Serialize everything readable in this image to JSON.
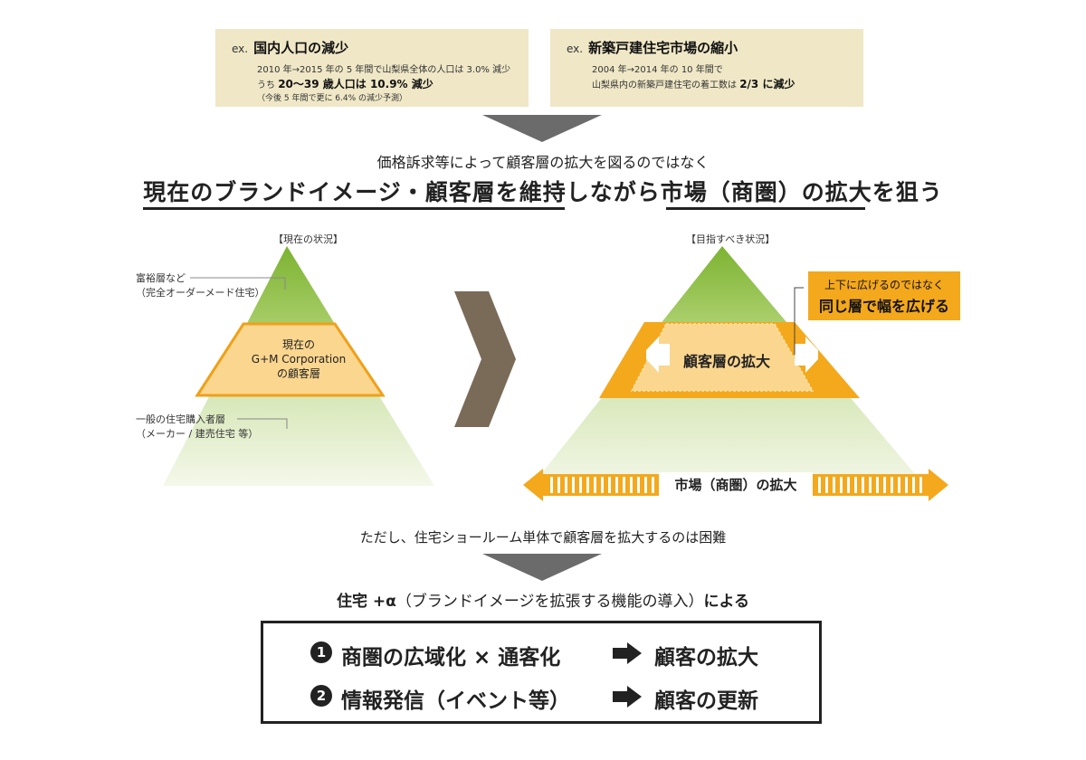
{
  "box1": {
    "ex": "ex.",
    "title": "国内人口の減少",
    "line1": "2010 年→2015 年の 5 年間で山梨県全体の人口は 3.0% 減少",
    "line2_pre": "うち",
    "line2_bold": "20〜39 歳人口は 10.9% 減少",
    "line3": "（今後 5 年間で更に 6.4% の減少予測）"
  },
  "box2": {
    "ex": "ex.",
    "title": "新築戸建住宅市場の縮小",
    "line1": "2004 年→2014 年の 10 年間で",
    "line2_pre": "山梨県内の新築戸建住宅の着工数は",
    "line2_bold": "2/3 に減少"
  },
  "sub_heading": "価格訴求等によって顧客層の拡大を図るのではなく",
  "main_heading": "現在のブランドイメージ・顧客層を維持しながら市場（商圏）の拡大を狙う",
  "left": {
    "label": "【現在の状況】",
    "top_note_1": "富裕層など",
    "top_note_2": "（完全オーダーメード住宅）",
    "middle_1": "現在の",
    "middle_2": "G+M Corporation",
    "middle_3": "の顧客層",
    "bottom_note_1": "一般の住宅購入者層",
    "bottom_note_2": "（メーカー / 建売住宅 等）"
  },
  "right": {
    "label": "【目指すべき状況】",
    "callout_1": "上下に広げるのではなく",
    "callout_2": "同じ層で幅を広げる",
    "middle": "顧客層の拡大",
    "market": "市場（商圏）の拡大"
  },
  "however": "ただし、住宅ショールーム単体で顧客層を拡大するのは困難",
  "plus_alpha_a": "住宅 +α",
  "plus_alpha_b": "（ブランドイメージを拡張する機能の導入）",
  "plus_alpha_c": "による",
  "final": {
    "row1_num": "1",
    "row1_a": "商圏の広域化 × 通客化",
    "row1_b": "顧客の拡大",
    "row2_num": "2",
    "row2_a": "情報発信（イベント等）",
    "row2_b": "顧客の更新"
  },
  "colors": {
    "box_bg": "#efe7c6",
    "orange": "#f4a81c",
    "pale_orange": "#fbd68f",
    "green_top": "#7cb331",
    "arrow_gray": "#6b6b6b",
    "arrow_brown": "#7a6b58"
  }
}
